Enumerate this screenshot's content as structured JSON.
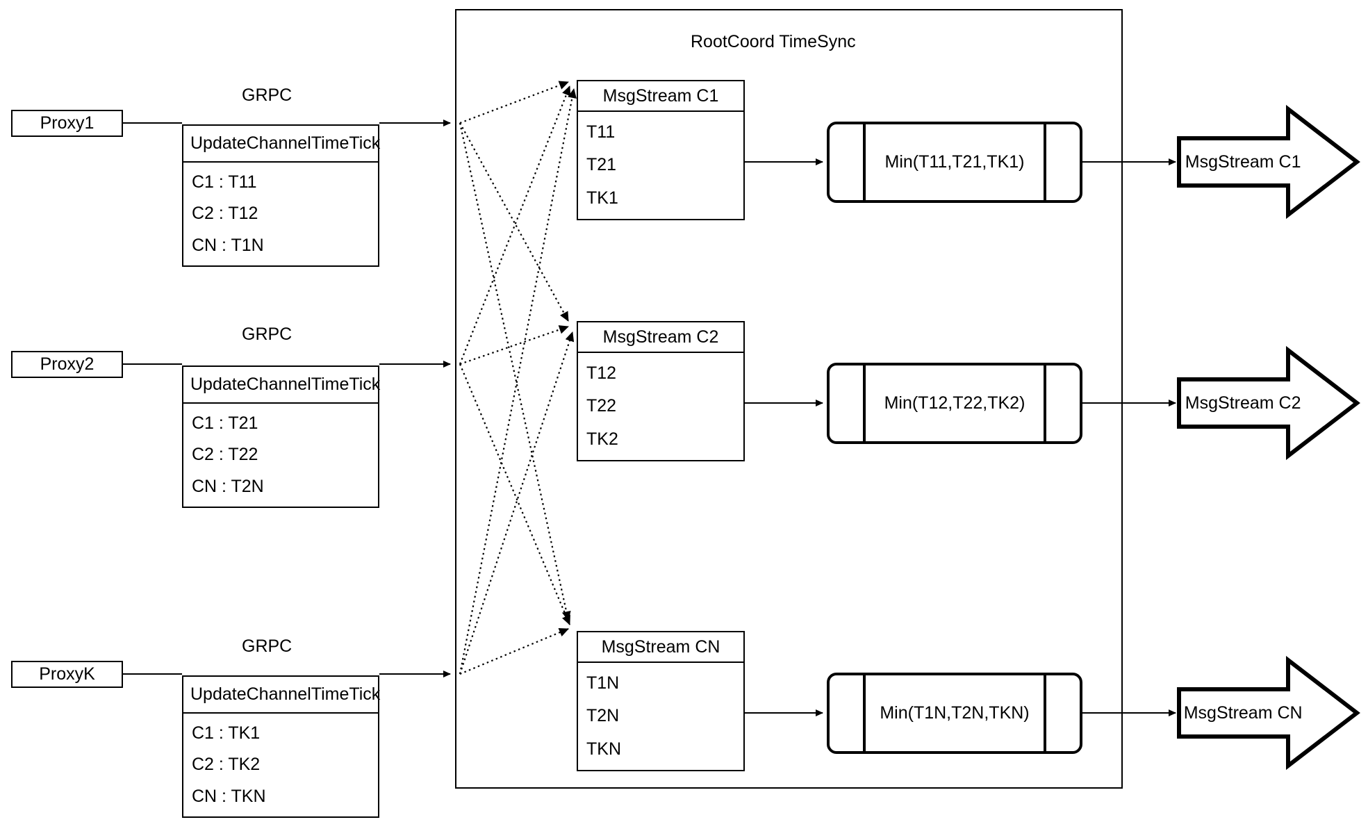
{
  "diagram": {
    "container_title": "RootCoord TimeSync",
    "grpc_label": "GRPC",
    "proxies": [
      {
        "name": "Proxy1",
        "request_title": "UpdateChannelTimeTick",
        "rows": [
          "C1 :  T11",
          "C2 :  T12",
          "CN : T1N"
        ]
      },
      {
        "name": "Proxy2",
        "request_title": "UpdateChannelTimeTick",
        "rows": [
          "C1 :  T21",
          "C2 :  T22",
          "CN : T2N"
        ]
      },
      {
        "name": "ProxyK",
        "request_title": "UpdateChannelTimeTick",
        "rows": [
          "C1 :  TK1",
          "C2 :  TK2",
          "CN : TKN"
        ]
      }
    ],
    "channels": [
      {
        "stream_title": "MsgStream C1",
        "stream_rows": [
          "T11",
          "T21",
          "TK1"
        ],
        "min_label": "Min(T11,T21,TK1)",
        "output_label": "MsgStream C1"
      },
      {
        "stream_title": "MsgStream C2",
        "stream_rows": [
          "T12",
          "T22",
          "TK2"
        ],
        "min_label": "Min(T12,T22,TK2)",
        "output_label": "MsgStream C2"
      },
      {
        "stream_title": "MsgStream CN",
        "stream_rows": [
          "T1N",
          "T2N",
          "TKN"
        ],
        "min_label": "Min(T1N,T2N,TKN)",
        "output_label": "MsgStream CN"
      }
    ]
  }
}
